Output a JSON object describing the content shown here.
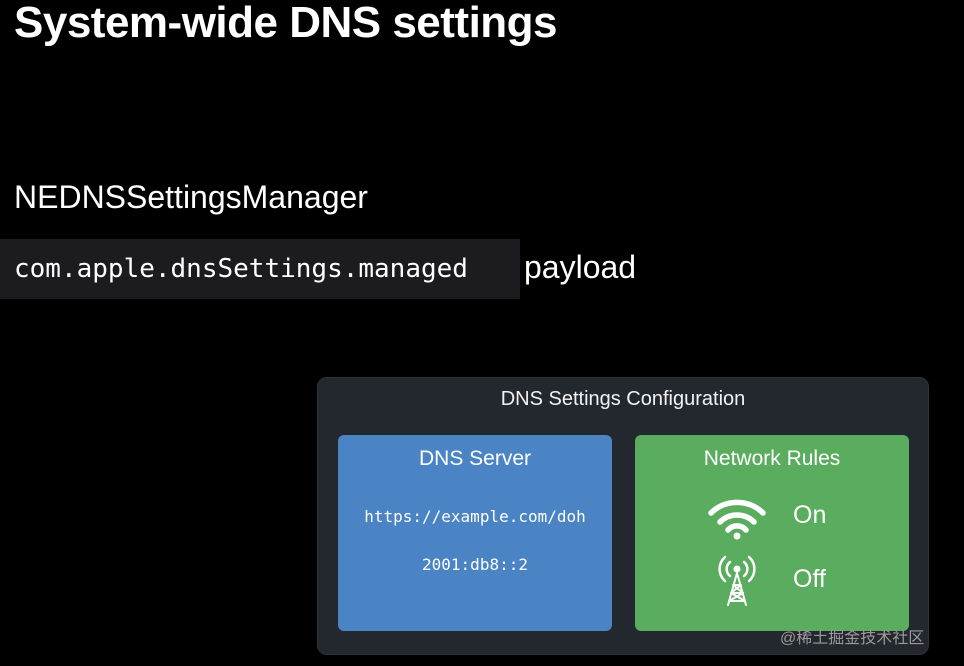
{
  "slide": {
    "title": "System-wide DNS settings",
    "api_name": "NEDNSSettingsManager",
    "payload_code": "com.apple.dnsSettings.managed",
    "payload_suffix": "payload"
  },
  "config": {
    "title": "DNS Settings Configuration",
    "dns_server": {
      "title": "DNS Server",
      "url": "https://example.com/doh",
      "address": "2001:db8::2",
      "color": "#4a84c4"
    },
    "network_rules": {
      "title": "Network Rules",
      "color": "#5aad5e",
      "rules": [
        {
          "icon": "wifi-icon",
          "label": "On"
        },
        {
          "icon": "cellular-tower-icon",
          "label": "Off"
        }
      ]
    }
  },
  "watermark": "@稀土掘金技术社区"
}
